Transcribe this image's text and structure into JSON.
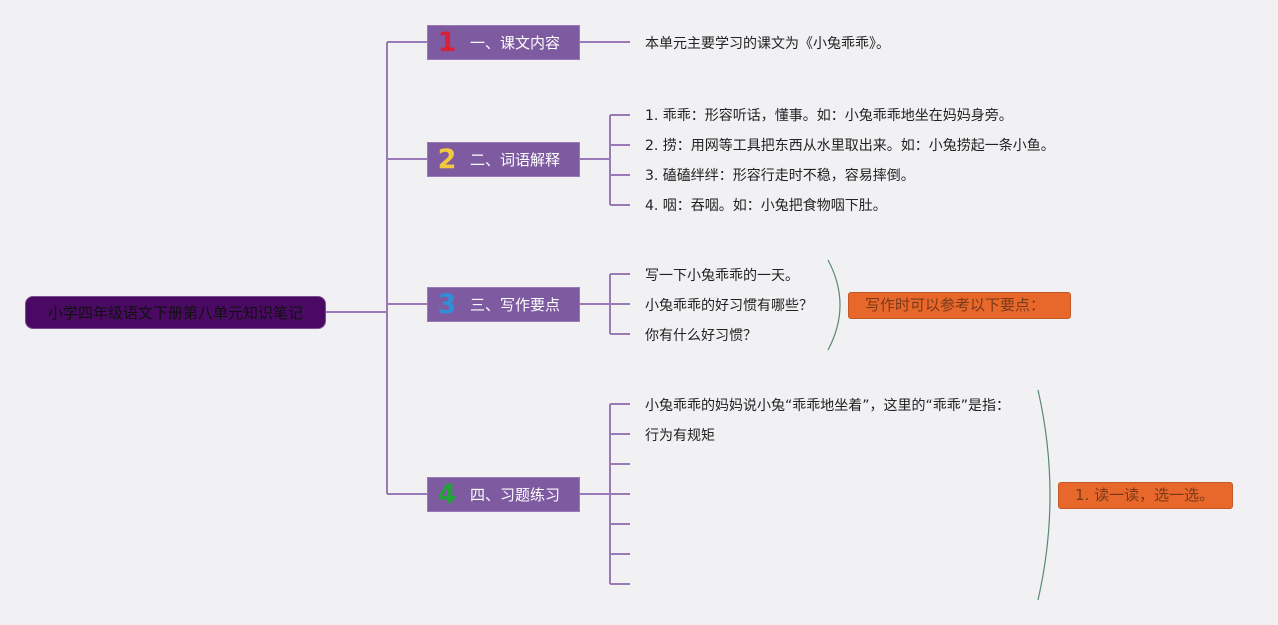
{
  "root": {
    "title": "小学四年级语文下册第八单元知识笔记"
  },
  "branches": [
    {
      "num": "1",
      "color": "#d9213a",
      "label": "一、课文内容"
    },
    {
      "num": "2",
      "color": "#f0c93e",
      "label": "二、词语解释"
    },
    {
      "num": "3",
      "color": "#2f8fd8",
      "label": "三、写作要点"
    },
    {
      "num": "4",
      "color": "#23a23a",
      "label": "四、习题练习"
    }
  ],
  "leaves": {
    "content": [
      "本单元主要学习的课文为《小兔乖乖》。"
    ],
    "words": [
      "1. 乖乖：形容听话，懂事。如：小兔乖乖地坐在妈妈身旁。",
      "2. 捞：用网等工具把东西从水里取出来。如：小兔捞起一条小鱼。",
      "3. 磕磕绊绊：形容行走时不稳，容易摔倒。",
      "4. 咽：吞咽。如：小兔把食物咽下肚。"
    ],
    "writing": [
      "写一下小兔乖乖的一天。",
      "小兔乖乖的好习惯有哪些？",
      "你有什么好习惯？"
    ],
    "exercise": [
      "小兔乖乖的妈妈说小兔“乖乖地坐着”，这里的“乖乖”是指：",
      "行为有规矩"
    ]
  },
  "callouts": {
    "writing": "写作时可以参考以下要点：",
    "exercise": "1. 读一读，选一选。"
  },
  "colors": {
    "line": "#9a7ab6",
    "bracket": "#5a8a70",
    "callout": "#e8672a",
    "branch": "#7e5aa0",
    "root": "#4a0a63"
  }
}
